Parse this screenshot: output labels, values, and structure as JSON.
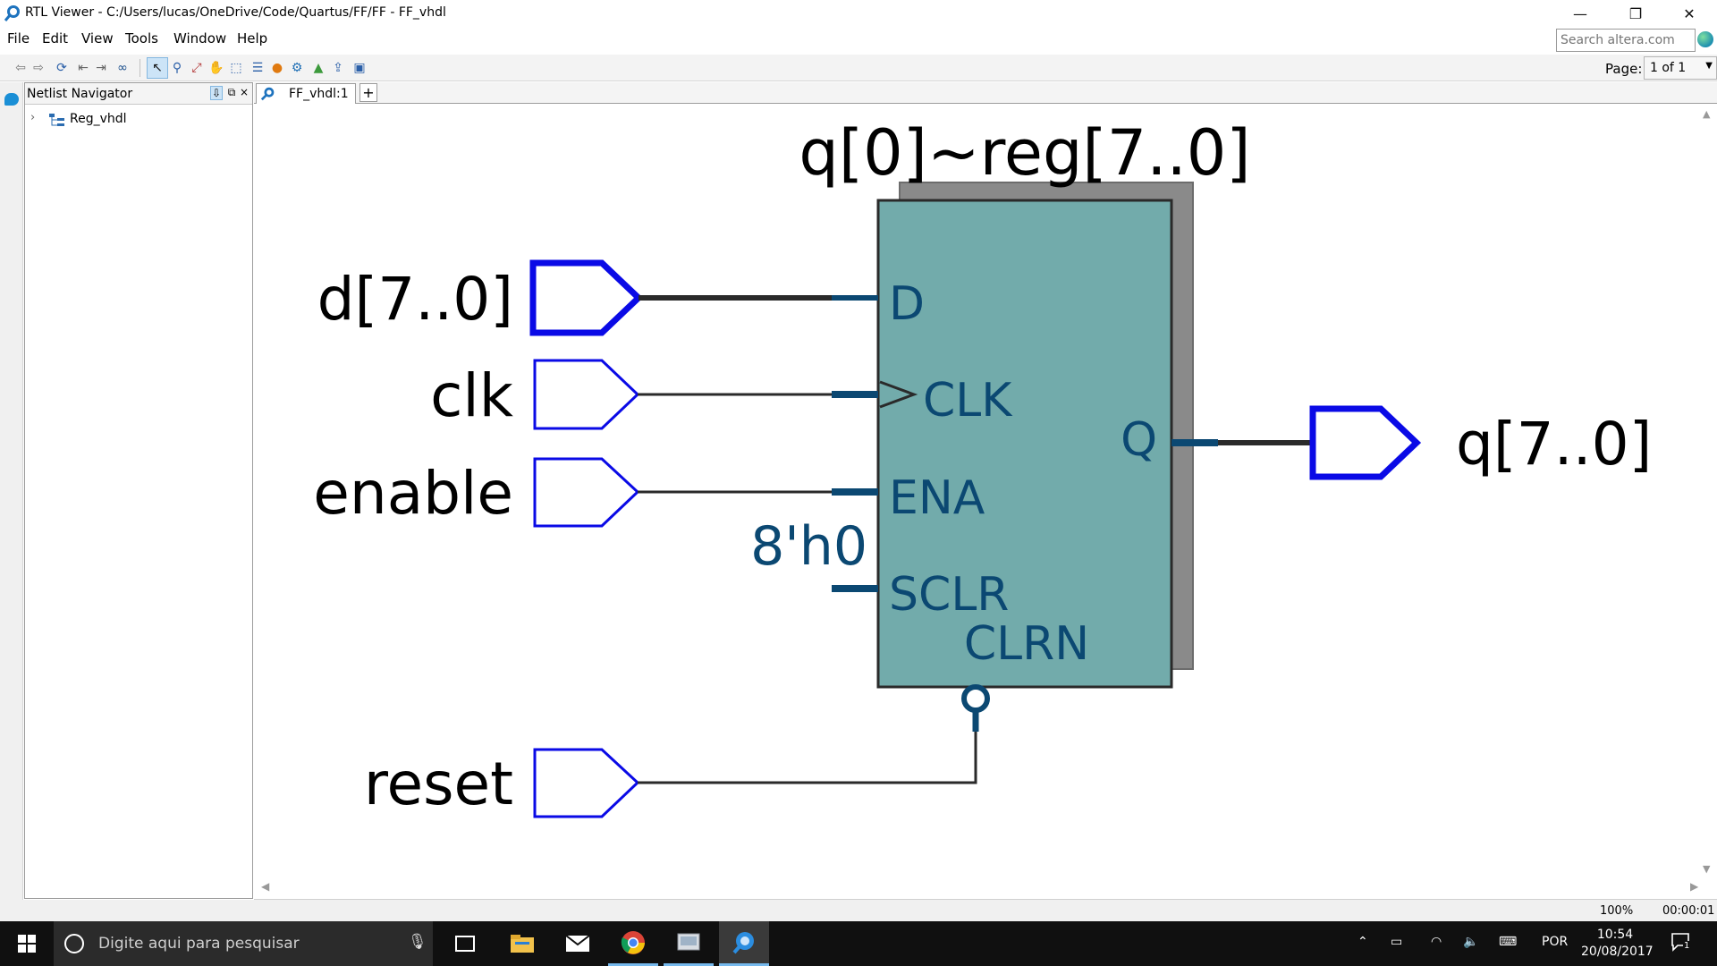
{
  "window": {
    "title": "RTL Viewer - C:/Users/lucas/OneDrive/Code/Quartus/FF/FF - FF_vhdl",
    "minimize": "—",
    "restore": "❐",
    "close": "✕"
  },
  "menu": {
    "items": [
      "File",
      "Edit",
      "View",
      "Tools",
      "Window",
      "Help"
    ],
    "search_placeholder": "Search altera.com"
  },
  "toolbar": {
    "page_label": "Page:",
    "page_value": "1 of 1"
  },
  "netlist": {
    "title": "Netlist Navigator",
    "pin_icon": "⇩",
    "float_icon": "⧉",
    "close_icon": "×",
    "tree": [
      {
        "label": "Reg_vhdl",
        "expander": "›"
      }
    ]
  },
  "tabs": [
    {
      "label": "FF_vhdl:1"
    }
  ],
  "tab_add": "+",
  "schematic": {
    "block_name": "q[0]~reg[7..0]",
    "inputs": [
      "d[7..0]",
      "clk",
      "enable",
      "reset"
    ],
    "output": "q[7..0]",
    "constant": "8'h0",
    "ports": {
      "d": "D",
      "clk": "CLK",
      "ena": "ENA",
      "sclr": "SCLR",
      "clrn": "CLRN",
      "q": "Q"
    },
    "colors": {
      "block_fill": "#72abab",
      "port_text": "#0b4872",
      "bus_pin": "#0a0ae6",
      "shadow": "#8a8a8a"
    }
  },
  "status": {
    "zoom": "100%",
    "elapsed": "00:00:01"
  },
  "taskbar": {
    "search_placeholder": "Digite aqui para pesquisar",
    "language": "POR",
    "time": "10:54",
    "date": "20/08/2017",
    "notifications": "1"
  }
}
